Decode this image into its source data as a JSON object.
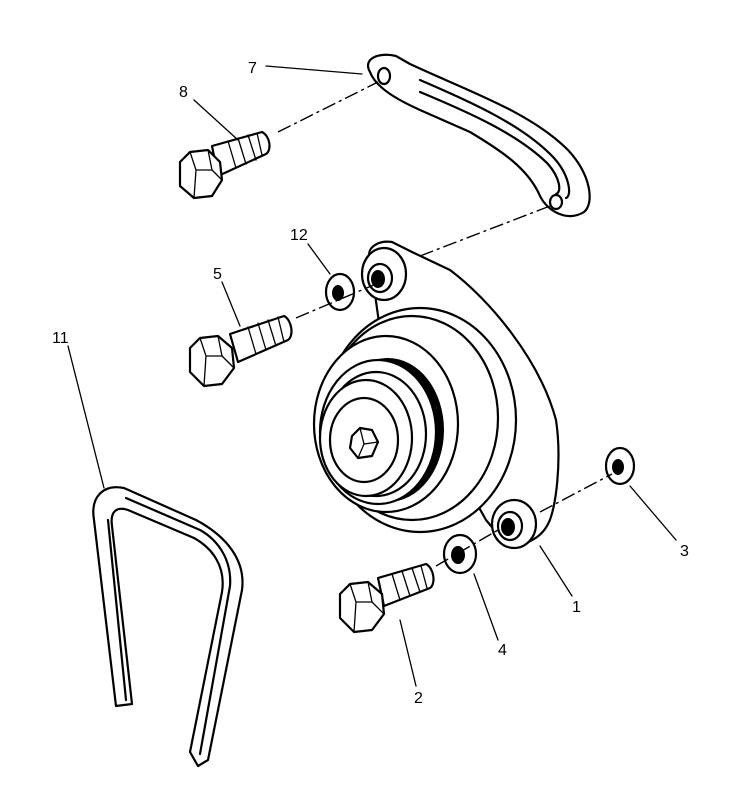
{
  "callouts": [
    {
      "id": "1",
      "text": "1"
    },
    {
      "id": "2",
      "text": "2"
    },
    {
      "id": "3",
      "text": "3"
    },
    {
      "id": "4",
      "text": "4"
    },
    {
      "id": "5",
      "text": "5"
    },
    {
      "id": "7",
      "text": "7"
    },
    {
      "id": "8",
      "text": "8"
    },
    {
      "id": "11",
      "text": "11"
    },
    {
      "id": "12",
      "text": "12"
    }
  ]
}
